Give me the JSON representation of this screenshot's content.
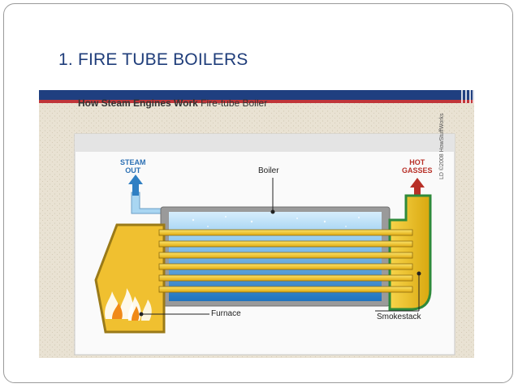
{
  "slide": {
    "title": "1. FIRE TUBE BOILERS"
  },
  "diagram": {
    "heading_bold": "How Steam Engines Work",
    "heading_regular": "Fire-tube Boiler",
    "labels": {
      "steam_out_line1": "STEAM",
      "steam_out_line2": "OUT",
      "hot_gasses_line1": "HOT",
      "hot_gasses_line2": "GASSES",
      "boiler": "Boiler",
      "furnace": "Furnace",
      "smokestack": "Smokestack"
    },
    "credit": "LD ©2008 HowStuffWorks",
    "icons": [
      "steam-out-arrow-icon",
      "hot-gasses-arrow-icon",
      "flame-icon"
    ],
    "colors": {
      "title": "#1f3d7a",
      "steam_arrow": "#2f7fc3",
      "gas_arrow": "#b83028",
      "tubes": "#f3c21a",
      "water": "#3f95d3",
      "furnace": "#f0c030"
    }
  }
}
